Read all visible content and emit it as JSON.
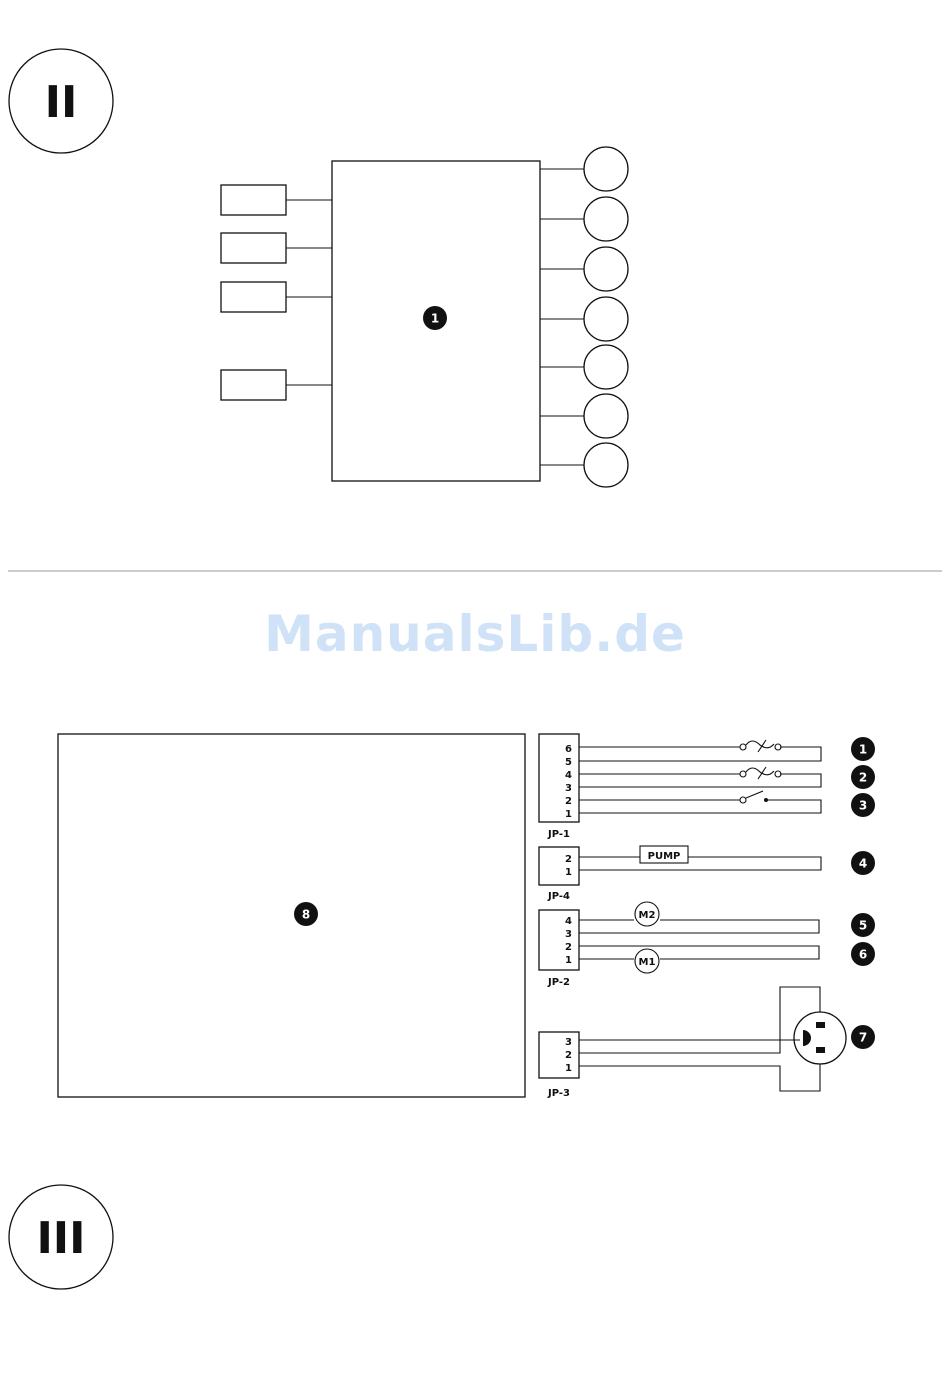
{
  "section_ii": {
    "roman": "II",
    "badge": "1"
  },
  "watermark": "ManualsLib.de",
  "section_iii": {
    "roman": "III",
    "main_badge": "8",
    "connectors": {
      "jp1": {
        "label": "JP-1",
        "pins": [
          "6",
          "5",
          "4",
          "3",
          "2",
          "1"
        ]
      },
      "jp4": {
        "label": "JP-4",
        "pins": [
          "2",
          "1"
        ]
      },
      "jp2": {
        "label": "JP-2",
        "pins": [
          "4",
          "3",
          "2",
          "1"
        ]
      },
      "jp3": {
        "label": "JP-3",
        "pins": [
          "3",
          "2",
          "1"
        ]
      }
    },
    "pump_label": "PUMP",
    "motor_m2": "M2",
    "motor_m1": "M1",
    "callouts": [
      "1",
      "2",
      "3",
      "4",
      "5",
      "6",
      "7"
    ]
  }
}
